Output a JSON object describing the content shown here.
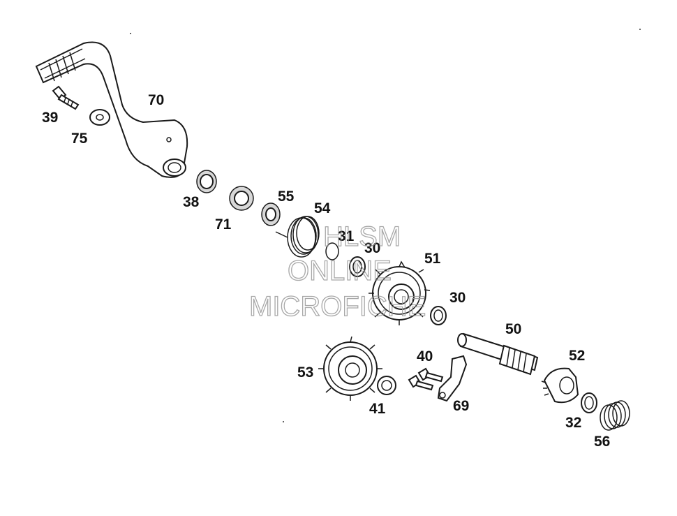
{
  "callouts": {
    "p70": "70",
    "p39": "39",
    "p75": "75",
    "p38": "38",
    "p71": "71",
    "p55": "55",
    "p54": "54",
    "p31": "31",
    "p30a": "30",
    "p51": "51",
    "p30b": "30",
    "p50": "50",
    "p52": "52",
    "p40": "40",
    "p53": "53",
    "p41": "41",
    "p69": "69",
    "p32": "32",
    "p56": "56"
  },
  "watermark": {
    "line1": "HLSM",
    "line2": "ONLINE",
    "line3": "MICROFICHE"
  },
  "colors": {
    "ink": "#1a1a1a",
    "watermark": "#9a9a9a",
    "background": "#ffffff"
  }
}
